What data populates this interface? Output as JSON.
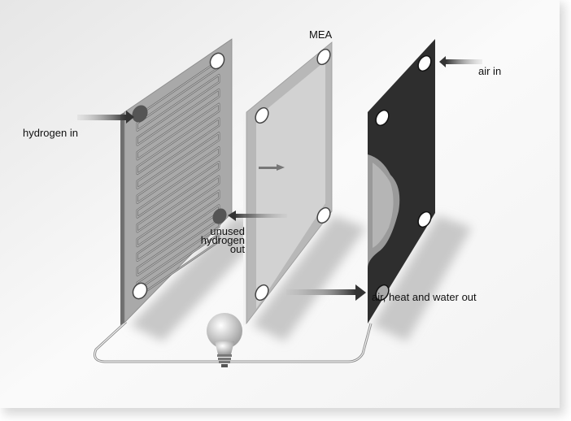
{
  "labels": {
    "mea": "MEA",
    "air_in": "air in",
    "hydrogen_in": "hydrogen in",
    "unused_hydrogen_out": [
      "unused",
      "hydrogen",
      "out"
    ],
    "air_heat_water_out": "air, heat and water out"
  },
  "colors": {
    "anode_plate": "#a9a9a9",
    "mea": "#cfcfcf",
    "cathode_plate": "#2e2e2e",
    "arrow": "#555555"
  }
}
